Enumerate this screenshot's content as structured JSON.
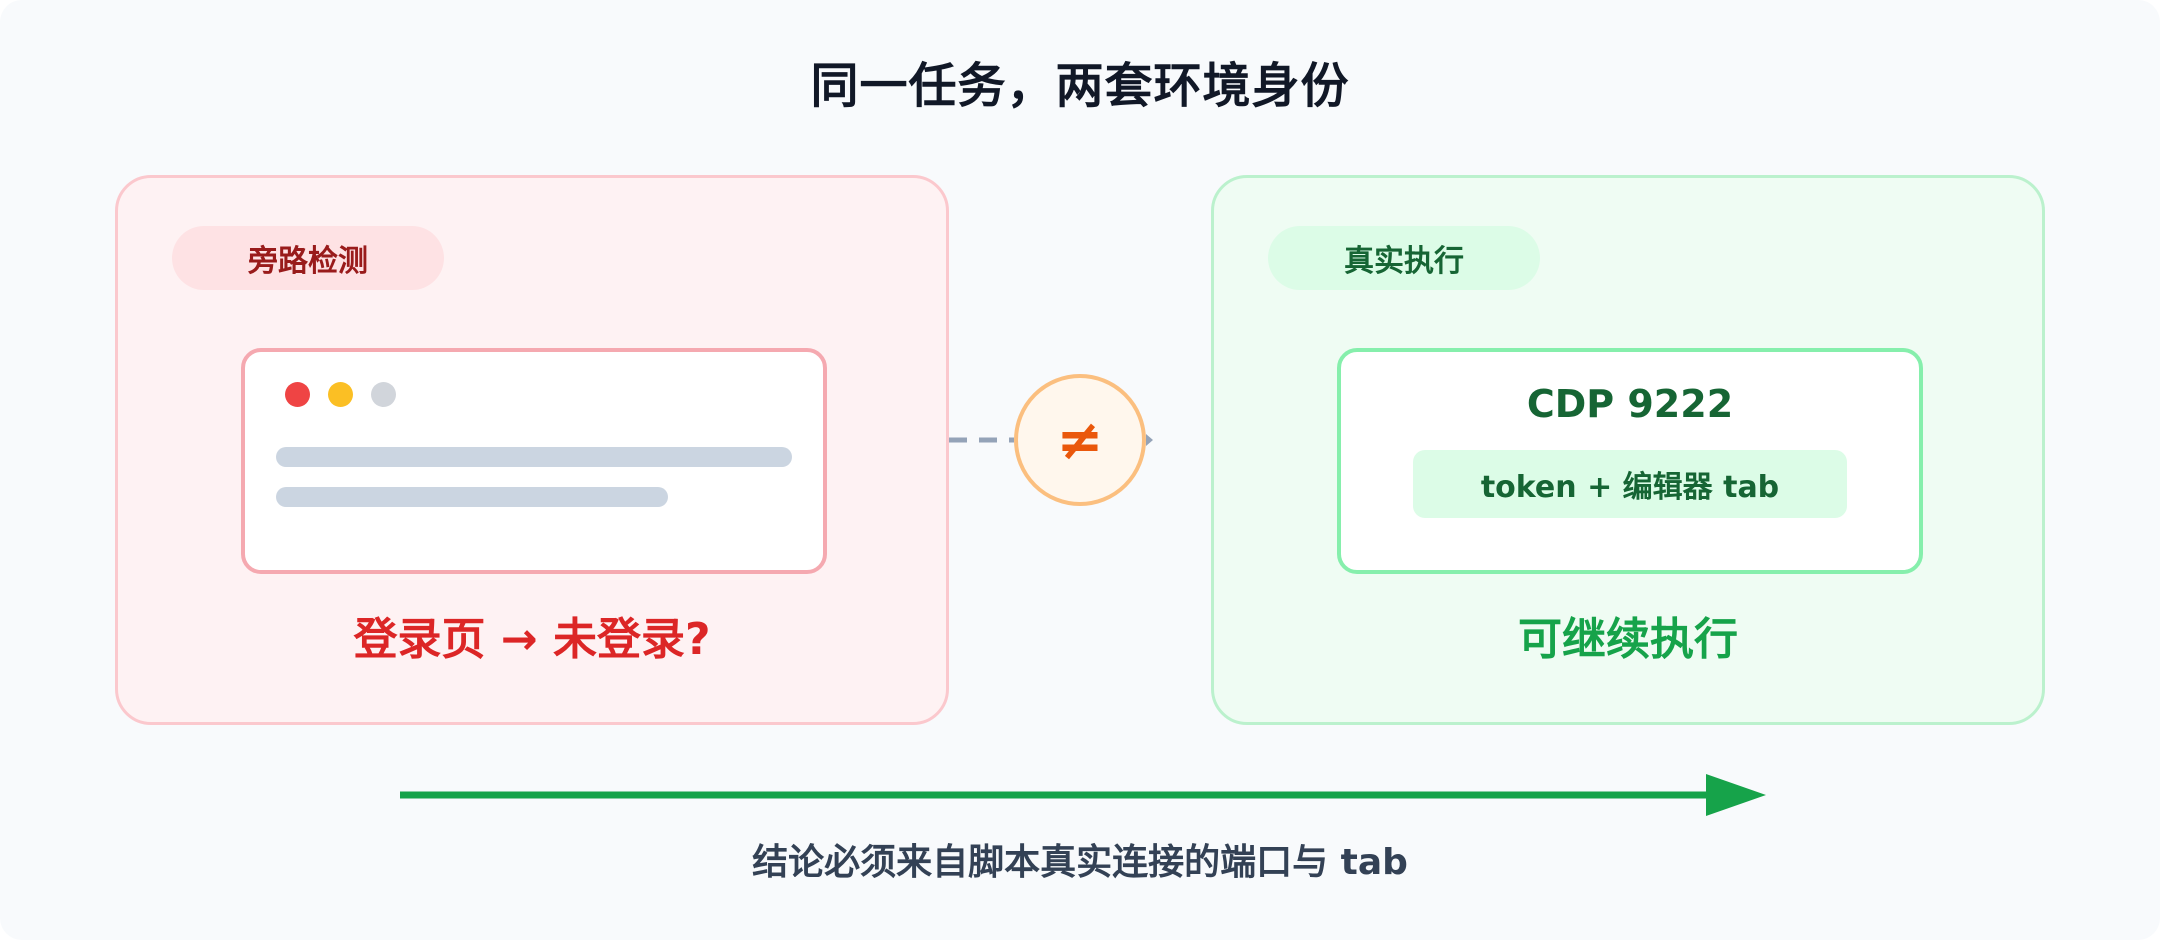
{
  "title": "同一任务，两套环境身份",
  "left_panel": {
    "badge": "旁路检测",
    "caption": "登录页 → 未登录?"
  },
  "right_panel": {
    "badge": "真实执行",
    "card_title": "CDP 9222",
    "card_detail": "token + 编辑器 tab",
    "caption": "可继续执行"
  },
  "middle_symbol": "≠",
  "conclusion": "结论必须来自脚本真实连接的端口与 tab",
  "colors": {
    "left_accent": "#dc2626",
    "right_accent": "#16a34a",
    "neq": "#ea580c",
    "window_dots": [
      "#ef4444",
      "#fbbf24",
      "#d1d5db"
    ]
  }
}
